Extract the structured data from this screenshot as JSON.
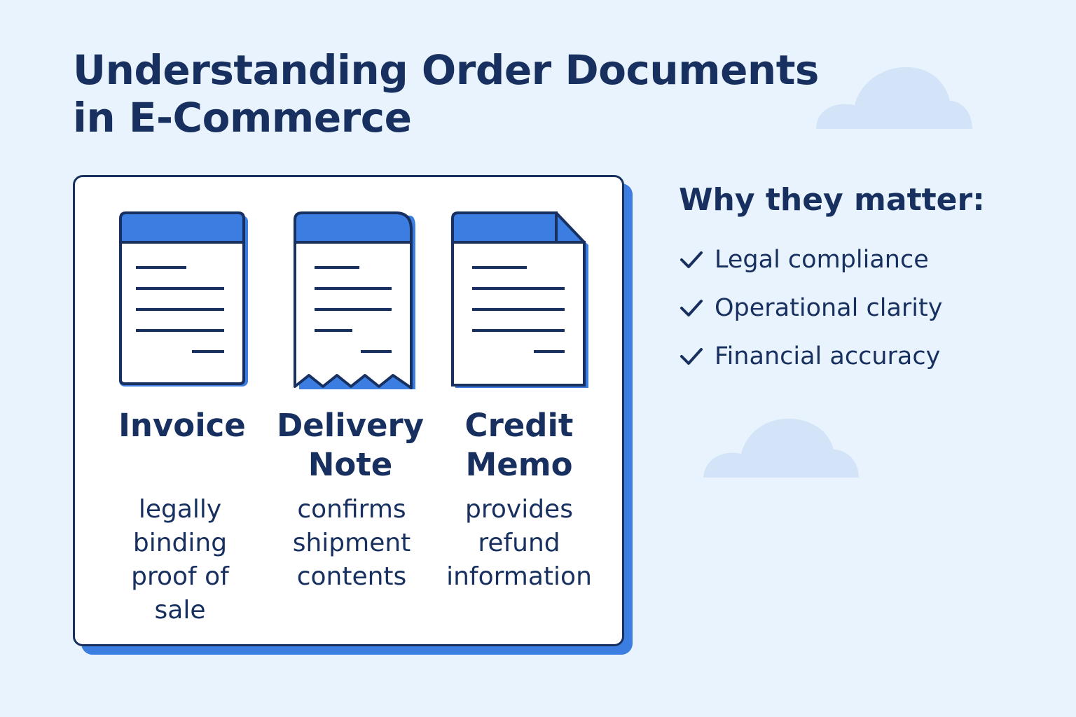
{
  "title": {
    "line1": "Understanding Order Documents",
    "line2": "in E-Commerce"
  },
  "colors": {
    "background": "#e9f3fd",
    "navy": "#17305f",
    "accent": "#3b7de0",
    "cloud": "#d3e4f8"
  },
  "documents": [
    {
      "icon": "invoice-icon",
      "name_lines": [
        "Invoice"
      ],
      "desc_lines": [
        "legally",
        "binding",
        "proof of",
        "sale"
      ]
    },
    {
      "icon": "delivery-note-icon",
      "name_lines": [
        "Delivery",
        "Note"
      ],
      "desc_lines": [
        "confirms",
        "shipment",
        "contents"
      ]
    },
    {
      "icon": "credit-memo-icon",
      "name_lines": [
        "Credit",
        "Memo"
      ],
      "desc_lines": [
        "provides",
        "refund",
        "information"
      ]
    }
  ],
  "why": {
    "title": "Why they matter:",
    "items": [
      {
        "icon": "checkmark-icon",
        "label": "Legal compliance"
      },
      {
        "icon": "checkmark-icon",
        "label": "Operational clarity"
      },
      {
        "icon": "checkmark-icon",
        "label": "Financial accuracy"
      }
    ]
  }
}
